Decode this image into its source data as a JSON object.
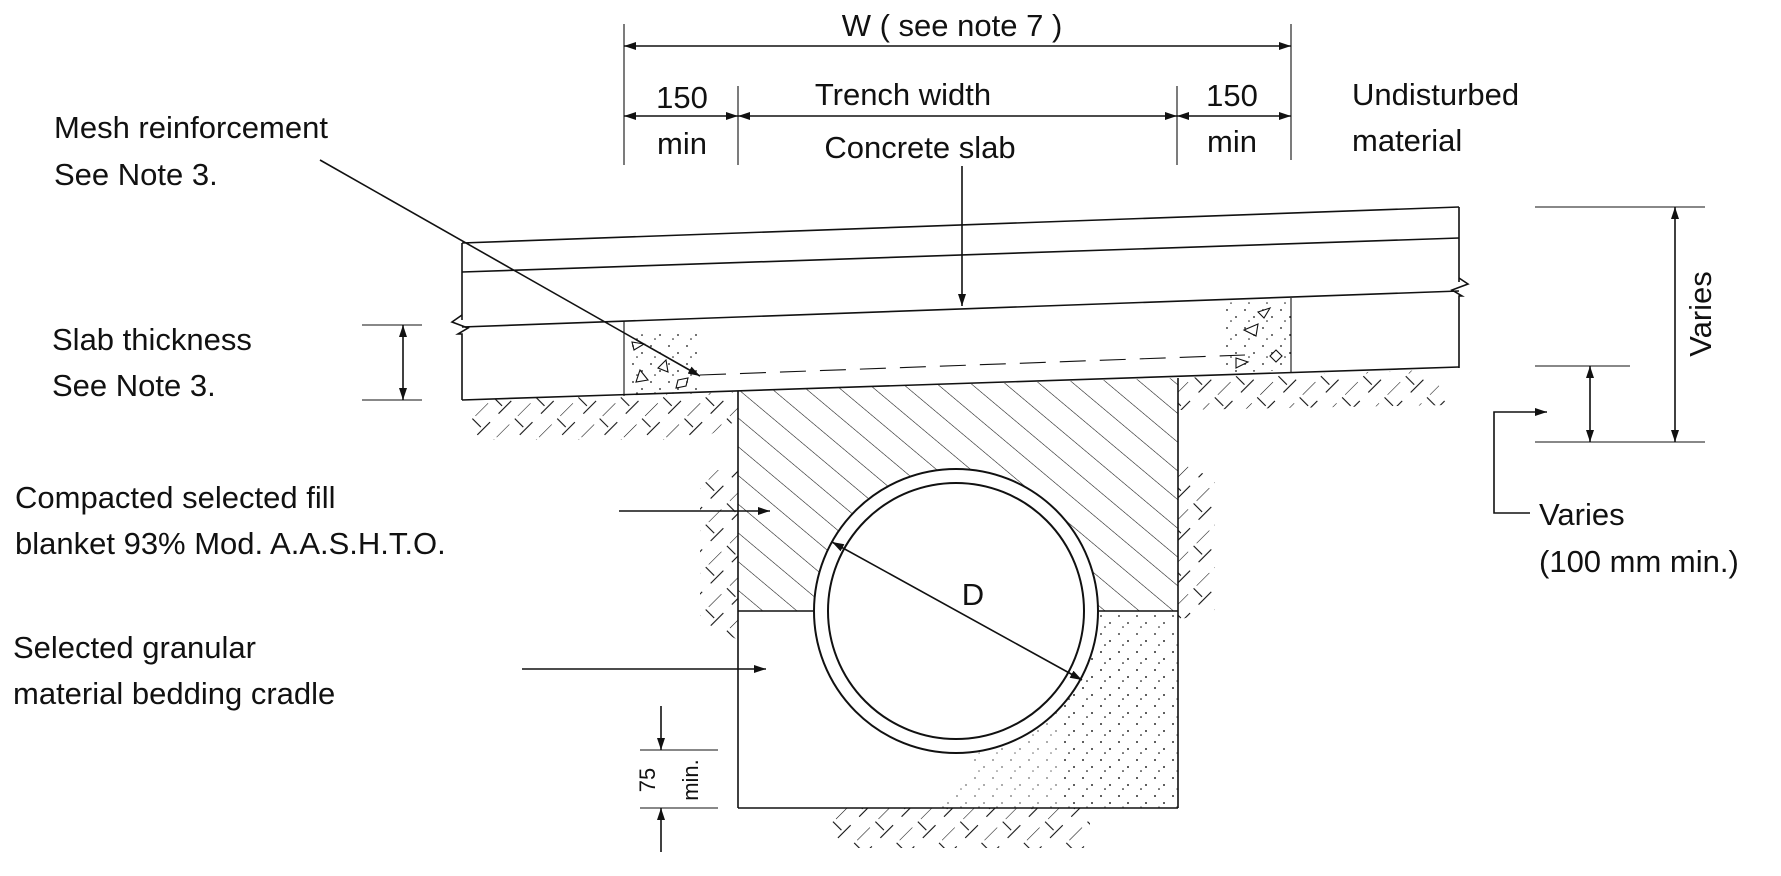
{
  "labels": {
    "overall_width": "W ( see note 7 )",
    "left_margin_value": "150",
    "left_margin_unit": "min",
    "trench_width": "Trench width",
    "right_margin_value": "150",
    "right_margin_unit": "min",
    "undisturbed_line1": "Undisturbed",
    "undisturbed_line2": "material",
    "mesh_line1": "Mesh reinforcement",
    "mesh_line2": "See Note 3.",
    "concrete_slab": "Concrete slab",
    "slab_thickness_line1": "Slab thickness",
    "slab_thickness_line2": "See Note 3.",
    "varies_vertical": "Varies",
    "compacted_line1": "Compacted selected fill",
    "compacted_line2": "blanket 93% Mod. A.A.S.H.T.O.",
    "varies_min_line1": "Varies",
    "varies_min_line2": "(100 mm min.)",
    "pipe_diameter": "D",
    "granular_line1": "Selected granular",
    "granular_line2": "material bedding cradle",
    "bedding_value": "75",
    "bedding_unit": "min."
  },
  "icons": [
    "arrow-head-icon",
    "break-line-icon",
    "hatch-pattern-icon"
  ]
}
